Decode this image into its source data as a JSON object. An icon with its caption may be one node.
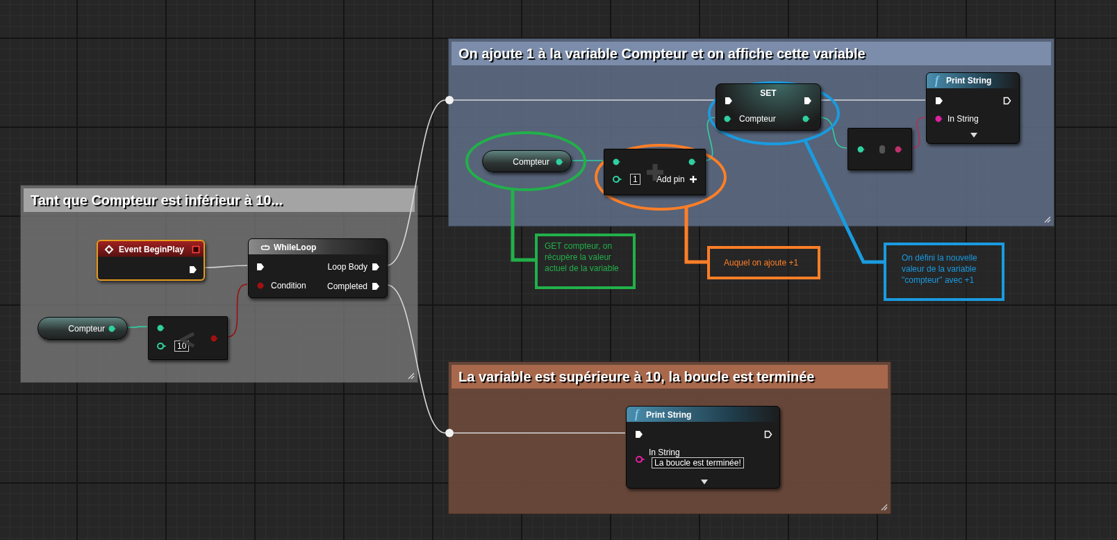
{
  "diagram": {
    "nodes": [
      {
        "text": [
          "Tant que Compteur est inférieur à 10..."
        ]
      },
      {
        "text": [
          "On ajoute 1 à la variable Compteur et on affiche cette variable"
        ]
      },
      {
        "text": [
          "La variable est supérieure à 10, la boucle est terminée"
        ]
      },
      {
        "text": [
          "Event BeginPlay"
        ],
        "in": 0
      },
      {
        "text": [
          "WhileLoop",
          "Loop Body",
          "Condition",
          "Completed"
        ],
        "in": 0
      },
      {
        "text": [
          "Compteur"
        ],
        "in": 0
      },
      {
        "text": [
          "10"
        ],
        "in": 0
      },
      {
        "text": [],
        "shape": "circle"
      },
      {
        "text": [],
        "shape": "ellipse",
        "in": 1
      },
      {
        "text": [
          "Compteur"
        ],
        "in": 8
      },
      {
        "text": [],
        "shape": "ellipse",
        "in": 1
      },
      {
        "text": [
          "1",
          "Add pin"
        ],
        "in": 10
      },
      {
        "text": [],
        "shape": "ellipse",
        "in": 1
      },
      {
        "text": [
          "SET",
          "Compteur"
        ],
        "in": 12
      },
      {
        "text": [],
        "shape": "box",
        "in": 1
      },
      {
        "text": [
          "f",
          "Print String",
          "In String"
        ],
        "in": 1
      },
      {
        "text": [],
        "shape": "circle"
      },
      {
        "text": [
          "f",
          "Print String",
          "In String",
          "La boucle est terminée!"
        ],
        "in": 2
      },
      {
        "text": [
          "GET compteur, on récupère la valeur actuel de la variable"
        ]
      },
      {
        "text": [
          "Auquel on ajoute +1"
        ]
      },
      {
        "text": [
          "On défini la nouvelle valeur de la variable \"compteur\" avec +1"
        ]
      }
    ],
    "edges": [
      {
        "from": 3,
        "to": 4,
        "arrow": "none"
      },
      {
        "from": 5,
        "to": 6,
        "arrow": "none",
        "color": "#2fd0a0"
      },
      {
        "from": 6,
        "to": 4,
        "arrow": "none",
        "color": "#9a1010"
      },
      {
        "from": 4,
        "to": 7,
        "arrow": "none"
      },
      {
        "from": 7,
        "to": 13,
        "arrow": "none"
      },
      {
        "from": 13,
        "to": 15,
        "arrow": "none"
      },
      {
        "from": 9,
        "to": 11,
        "arrow": "none",
        "color": "#2fd0a0"
      },
      {
        "from": 11,
        "to": 13,
        "arrow": "none",
        "color": "#2fd0a0"
      },
      {
        "from": 13,
        "to": 14,
        "arrow": "none",
        "color": "#2fd0a0"
      },
      {
        "from": 14,
        "to": 15,
        "arrow": "none",
        "color": "#b0305a"
      },
      {
        "from": 4,
        "to": 16,
        "arrow": "none"
      },
      {
        "from": 16,
        "to": 17,
        "arrow": "none"
      },
      {
        "from": 18,
        "to": 8,
        "arrow": "none",
        "style": "thick",
        "color": "#22b04a"
      },
      {
        "from": 19,
        "to": 10,
        "arrow": "none",
        "style": "thick",
        "color": "#ff7f27"
      },
      {
        "from": 20,
        "to": 12,
        "arrow": "none",
        "style": "thick",
        "color": "#1a9be0"
      }
    ]
  }
}
